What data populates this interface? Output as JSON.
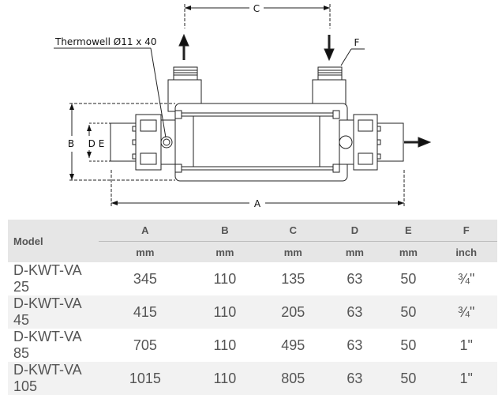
{
  "drawing": {
    "thermowell_label": "Thermowell Ø11 x 40",
    "dim_a": "A",
    "dim_b": "B",
    "dim_c": "C",
    "dim_de": "D E",
    "dim_f": "F"
  },
  "table": {
    "model_header": "Model",
    "columns": [
      {
        "name": "A",
        "unit": "mm"
      },
      {
        "name": "B",
        "unit": "mm"
      },
      {
        "name": "C",
        "unit": "mm"
      },
      {
        "name": "D",
        "unit": "mm"
      },
      {
        "name": "E",
        "unit": "mm"
      },
      {
        "name": "F",
        "unit": "inch"
      }
    ],
    "rows": [
      {
        "model": "D-KWT-VA 25",
        "values": [
          "345",
          "110",
          "135",
          "63",
          "50",
          "¾\""
        ]
      },
      {
        "model": "D-KWT-VA 45",
        "values": [
          "415",
          "110",
          "205",
          "63",
          "50",
          "¾\""
        ]
      },
      {
        "model": "D-KWT-VA 85",
        "values": [
          "705",
          "110",
          "495",
          "63",
          "50",
          "1\""
        ]
      },
      {
        "model": "D-KWT-VA 105",
        "values": [
          "1015",
          "110",
          "805",
          "63",
          "50",
          "1\""
        ]
      }
    ]
  }
}
